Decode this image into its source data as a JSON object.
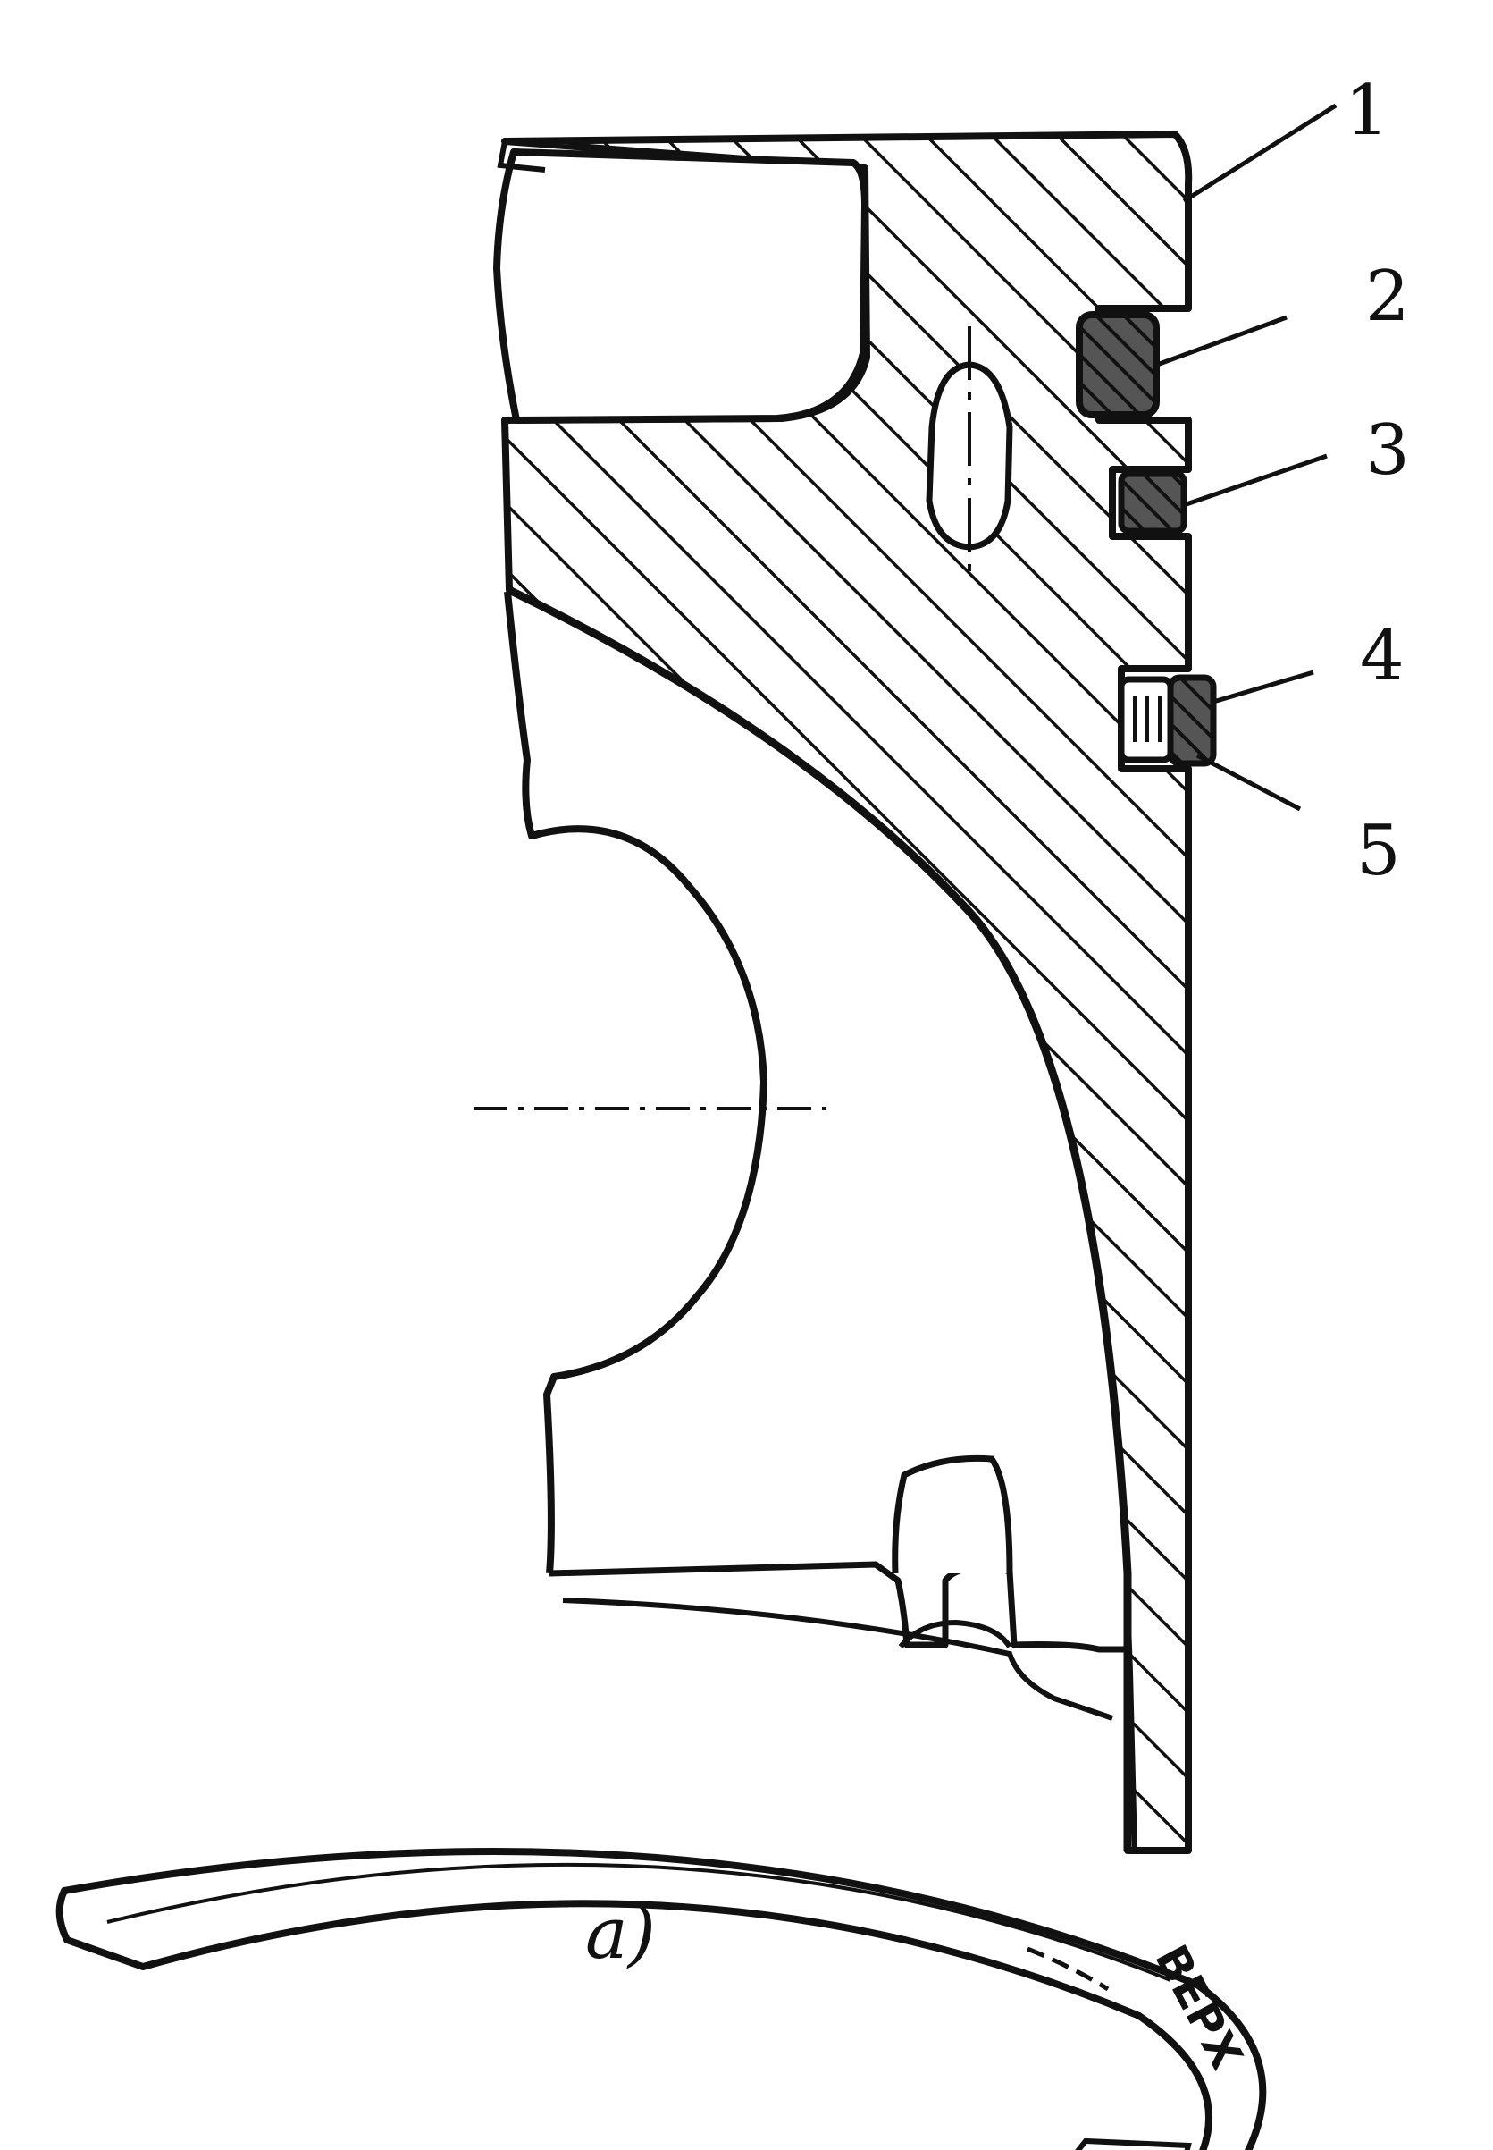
{
  "figure": {
    "labels": [
      "1",
      "2",
      "3",
      "4",
      "5"
    ],
    "caption": "a)",
    "ring_stamp": "ВЕРХ"
  },
  "colors": {
    "ink": "#111111",
    "background": "#ffffff"
  }
}
